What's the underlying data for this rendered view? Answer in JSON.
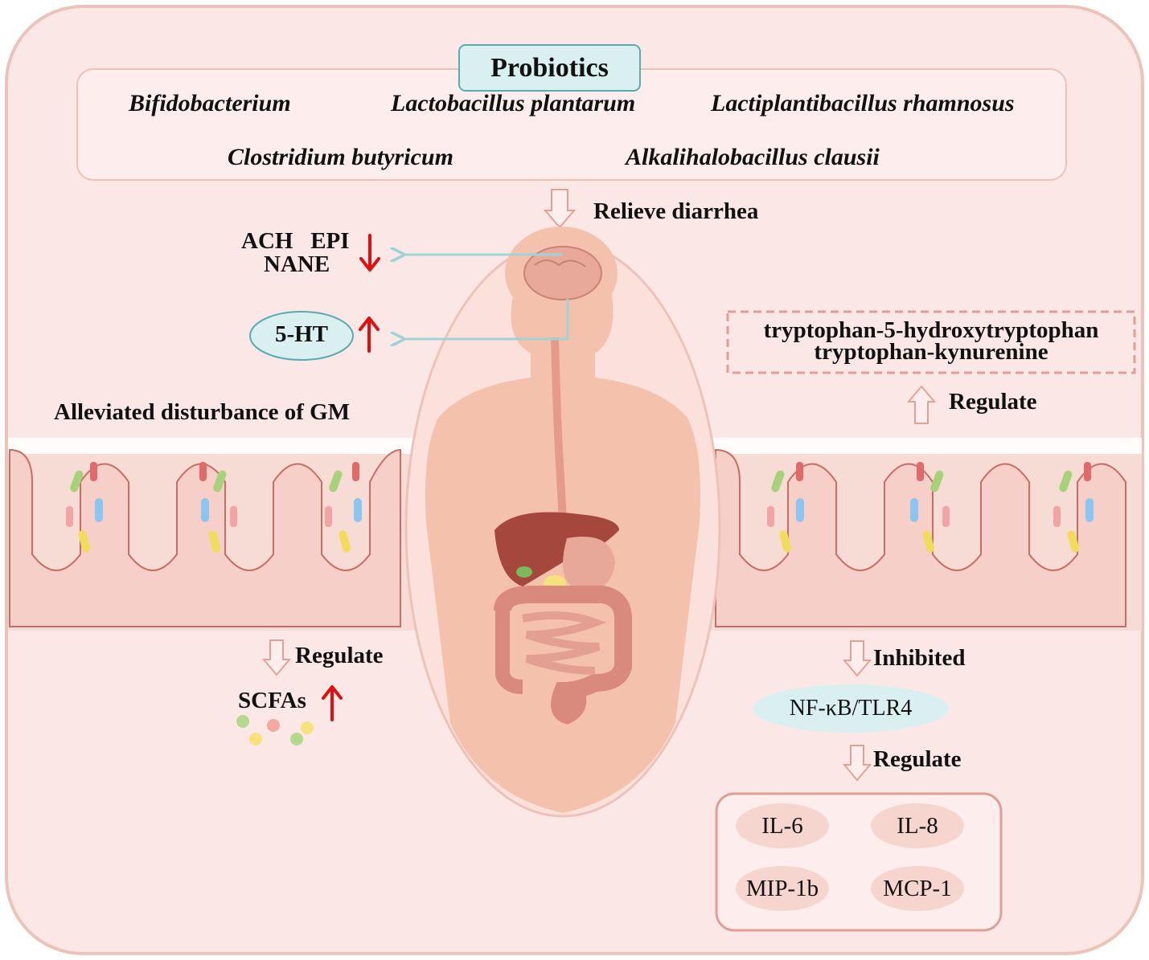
{
  "title": "Probiotics",
  "species": [
    "Bifidobacterium",
    "Lactobacillus plantarum",
    "Lactiplantibacillus rhamnosus",
    "Clostridium butyricum",
    "Alkalihalobacillus clausii"
  ],
  "relieve_label": "Relieve diarrhea",
  "neuro": {
    "line1": "ACH   EPI",
    "line2": "NANE",
    "ht": "5-HT"
  },
  "gm_label": "Alleviated disturbance of GM",
  "tryptophan": {
    "line1": "tryptophan-5-hydroxytryptophan",
    "line2": "tryptophan-kynurenine"
  },
  "regulate_label": "Regulate",
  "scfa_label": "SCFAs",
  "inhibited_label": "Inhibited",
  "pathway_label": "NF-κB/TLR4",
  "cytokines": [
    "IL-6",
    "IL-8",
    "MIP-1b",
    "MCP-1"
  ],
  "colors": {
    "frame_bg": "#fbe8e6",
    "frame_border": "#ecc3b8",
    "teal": "#d9eff0",
    "teal_border": "#5aabb0",
    "up_arrow": "#e01010",
    "down_arrow": "#e01010",
    "intestine": "#e08a80",
    "skin": "#f4c2ac"
  }
}
